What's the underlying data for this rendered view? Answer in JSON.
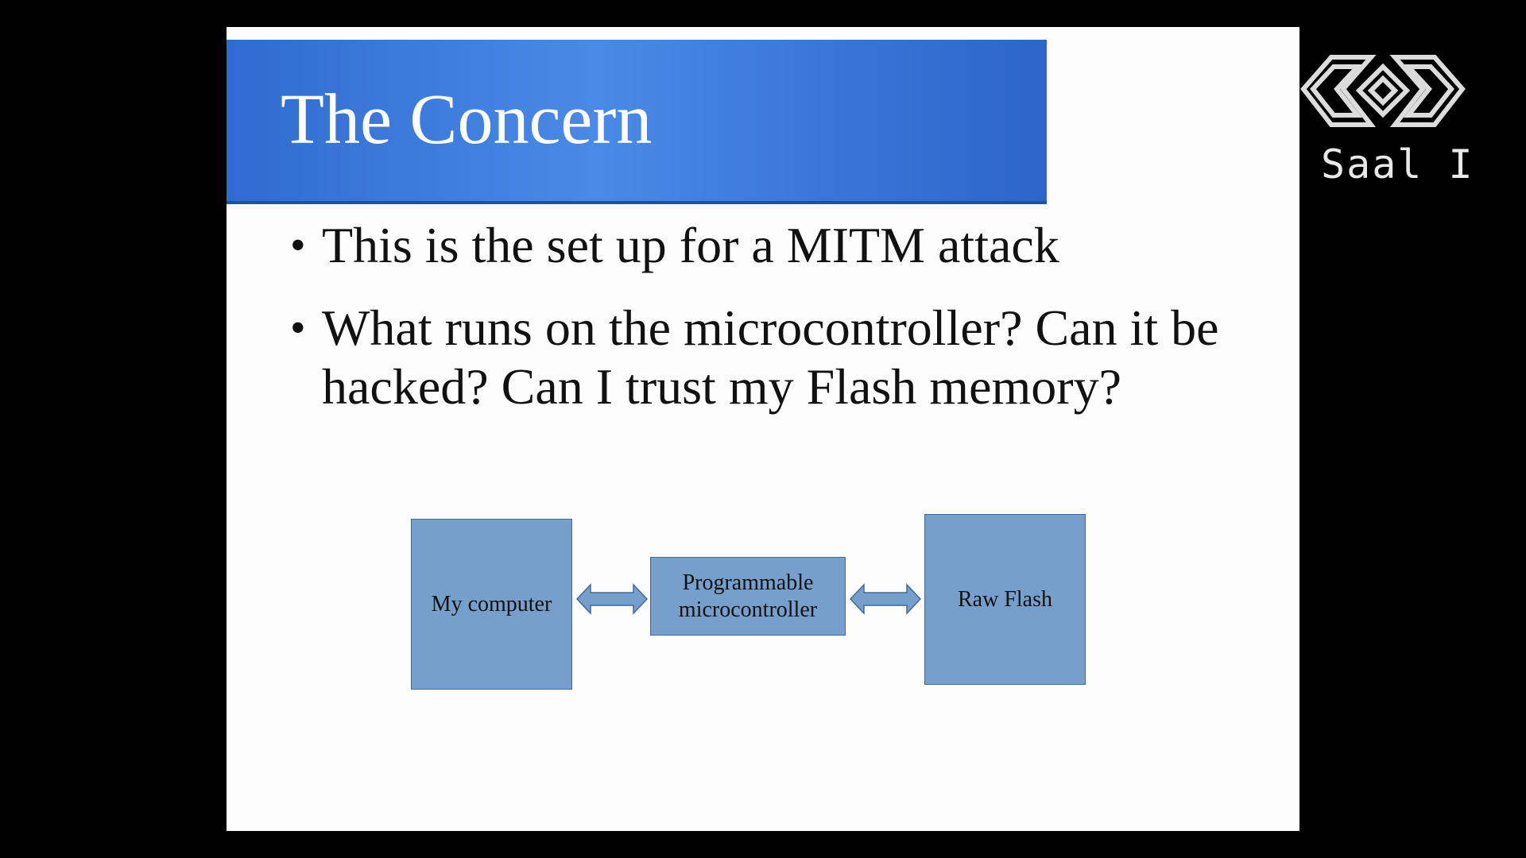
{
  "slide": {
    "title": "The Concern",
    "bullets": [
      "This is the set up for a MITM attack",
      "What runs on the microcontroller? Can it be hacked? Can I trust my Flash memory?"
    ],
    "diagram": {
      "nodes": {
        "computer": "My computer",
        "mcu_line1": "Programmable",
        "mcu_line2": "microcontroller",
        "flash": "Raw Flash"
      }
    }
  },
  "overlay": {
    "logo_label": "Saal I"
  },
  "colors": {
    "title_bar": "#3b78da",
    "box_fill": "#769fcc",
    "box_border": "#3f6a9a",
    "background": "#000000"
  }
}
